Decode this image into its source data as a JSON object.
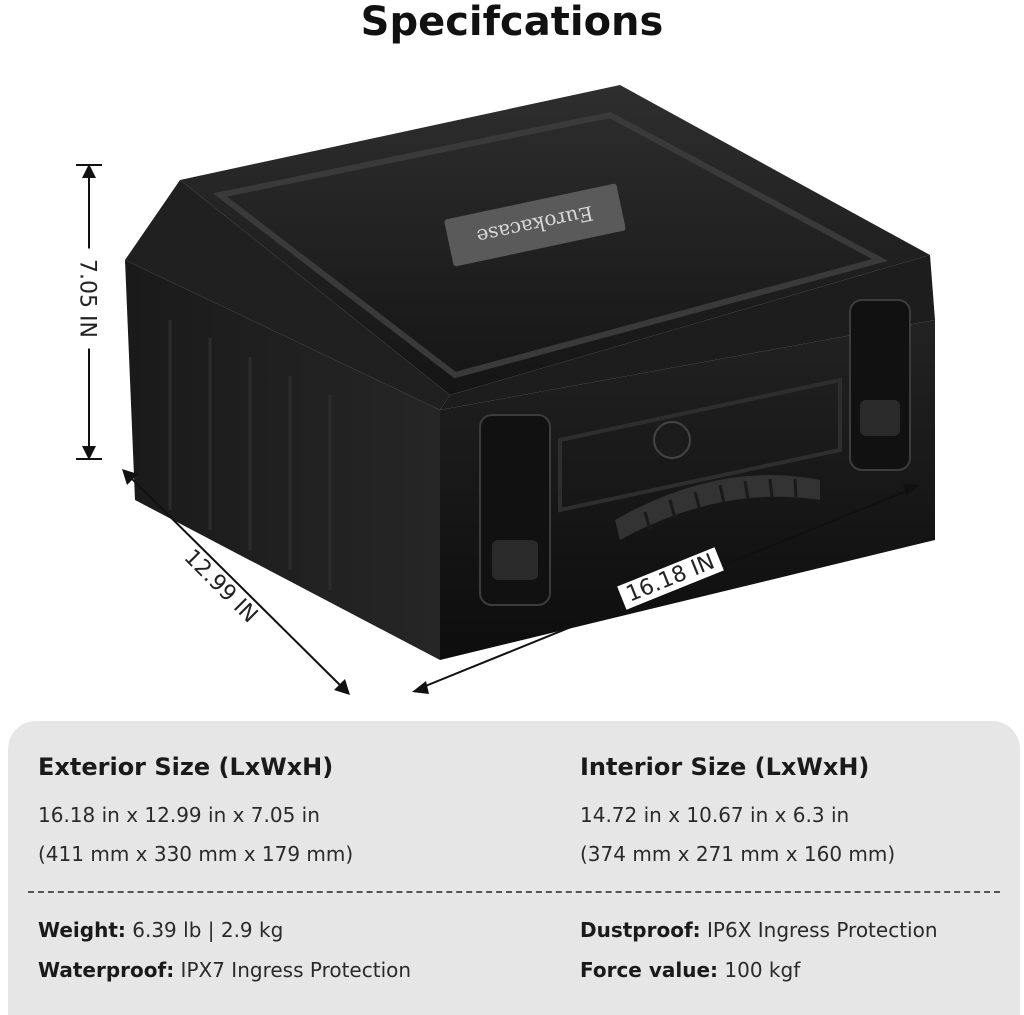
{
  "title": "Specifcations",
  "product": {
    "brand_label": "Eurokacase"
  },
  "dimensions": {
    "height": "7.05 IN",
    "width": "12.99 IN",
    "length": "16.18 IN"
  },
  "specs": {
    "exterior": {
      "title": "Exterior Size (LxWxH)",
      "line1": "16.18 in x 12.99 in x 7.05 in",
      "line2": "(411 mm x 330 mm x 179 mm)"
    },
    "interior": {
      "title": "Interior Size (LxWxH)",
      "line1": "14.72 in x 10.67 in x 6.3 in",
      "line2": "(374 mm x 271 mm x 160 mm)"
    },
    "weight": {
      "label": "Weight:",
      "value": " 6.39 lb | 2.9 kg"
    },
    "waterproof": {
      "label": "Waterproof:",
      "value": " IPX7 Ingress Protection"
    },
    "dustproof": {
      "label": "Dustproof:",
      "value": " IP6X Ingress Protection"
    },
    "force": {
      "label": "Force value:",
      "value": " 100 kgf"
    }
  },
  "colors": {
    "case_body": "#1b1b1b",
    "panel_bg": "#e6e6e6"
  },
  "icons": [
    "height-arrow-icon",
    "width-arrow-icon",
    "length-arrow-icon"
  ]
}
